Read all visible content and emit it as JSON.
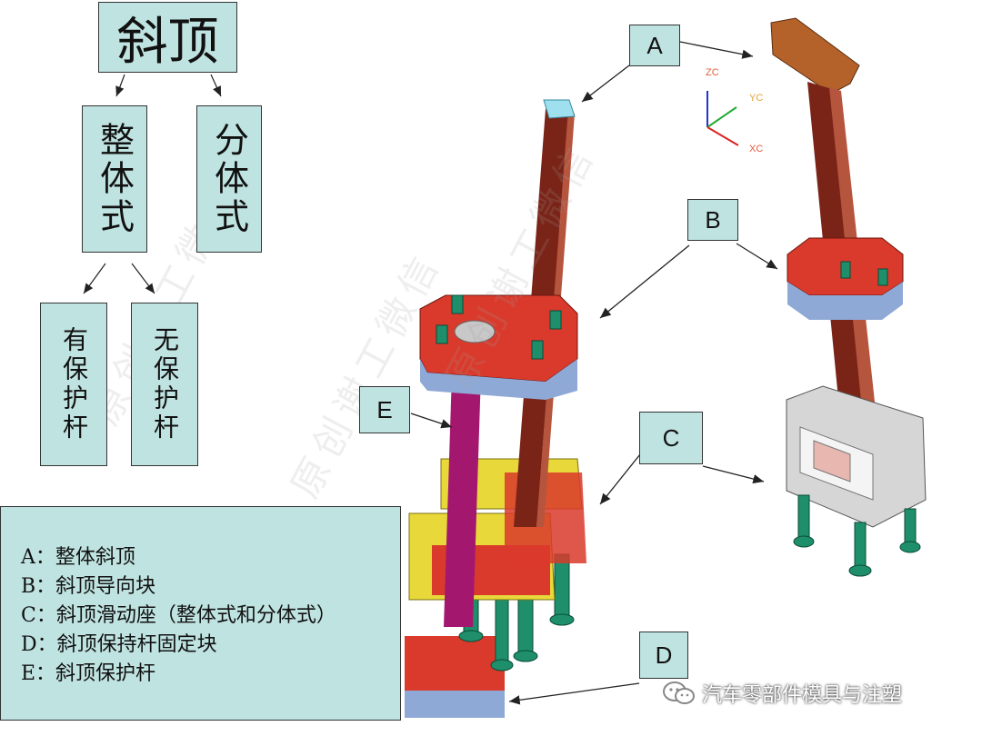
{
  "tree": {
    "root": "斜顶",
    "integral": "整体式",
    "split": "分体式",
    "with_guard": "有保护杆",
    "without_guard": "无保护杆"
  },
  "legend": [
    "A：整体斜顶",
    "B：斜顶导向块",
    "C：斜顶滑动座（整体式和分体式）",
    "D：斜顶保持杆固定块",
    "E：斜顶保护杆"
  ],
  "labels": {
    "a": "A",
    "b": "B",
    "c": "C",
    "d": "D",
    "e": "E"
  },
  "axes": {
    "z": "ZC",
    "y": "YC",
    "x": "XC"
  },
  "watermark": "原创谢工微信",
  "brand": "汽车零部件模具与注塑",
  "colors": {
    "box_fill": "#bfe3e1",
    "block_red": "#d93a2b",
    "block_blue": "#8fa9d6",
    "rod_brown": "#7a2418",
    "rod_magenta": "#a3186e",
    "slide_yellow": "#e8d83a",
    "bolt_green": "#1e8f6a",
    "seat_gray": "#d6d6d6",
    "lifter_orange": "#b4622a"
  },
  "icons": [
    "wechat-icon"
  ]
}
